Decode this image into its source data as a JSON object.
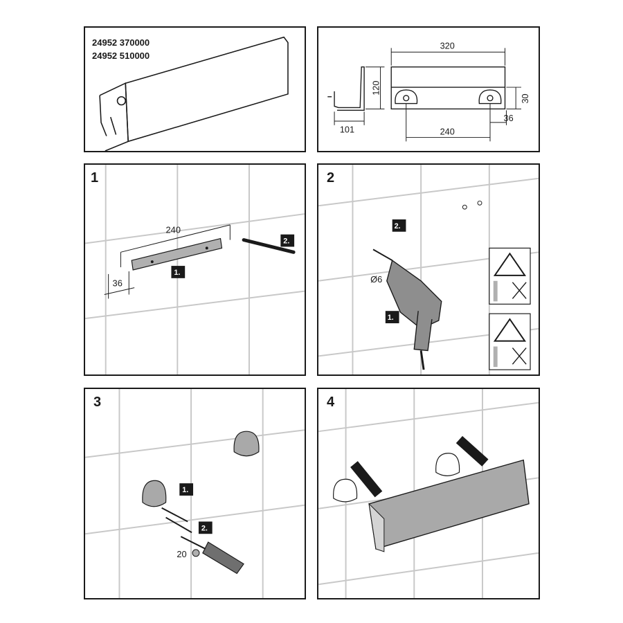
{
  "overview": {
    "article_numbers": [
      "24952 370000",
      "24952 510000"
    ]
  },
  "dimensions": {
    "width": "320",
    "height": "120",
    "depth": "101",
    "bracket_height": "30",
    "hole_spacing": "240",
    "edge_offset": "36"
  },
  "steps": [
    {
      "number": "1",
      "spacing": "240",
      "offset": "36",
      "tags": [
        "1.",
        "2."
      ]
    },
    {
      "number": "2",
      "drill": "Ø6",
      "tags": [
        "2.",
        "1."
      ]
    },
    {
      "number": "3",
      "torx": "20",
      "tags": [
        "1.",
        "2."
      ]
    },
    {
      "number": "4"
    }
  ],
  "icons": [
    "water-pipe-warning-icon",
    "electric-cable-warning-icon",
    "torx-icon"
  ],
  "colors": {
    "line": "#1a1a1a",
    "tile_grout": "#c8c8c8",
    "shelf_gray": "#a9a9a9"
  }
}
